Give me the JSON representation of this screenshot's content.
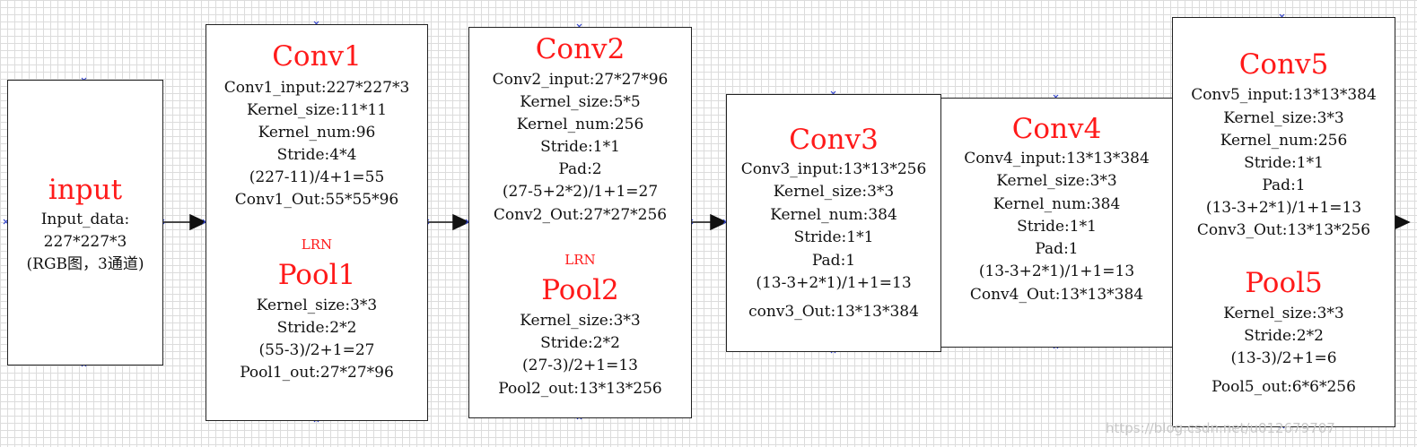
{
  "input": {
    "title": "input",
    "lines": [
      "Input_data:",
      "227*227*3",
      "(RGB图，3通道)"
    ]
  },
  "conv1": {
    "title": "Conv1",
    "lines": [
      "Conv1_input:227*227*3",
      "Kernel_size:11*11",
      "Kernel_num:96",
      "Stride:4*4",
      "(227-11)/4+1=55",
      "Conv1_Out:55*55*96"
    ],
    "lrn": "LRN",
    "pool_title": "Pool1",
    "pool_lines": [
      "Kernel_size:3*3",
      "Stride:2*2",
      "(55-3)/2+1=27",
      "Pool1_out:27*27*96"
    ]
  },
  "conv2": {
    "title": "Conv2",
    "lines": [
      "Conv2_input:27*27*96",
      "Kernel_size:5*5",
      "Kernel_num:256",
      "Stride:1*1",
      "Pad:2",
      "(27-5+2*2)/1+1=27",
      "Conv2_Out:27*27*256"
    ],
    "lrn": "LRN",
    "pool_title": "Pool2",
    "pool_lines": [
      "Kernel_size:3*3",
      "Stride:2*2",
      "(27-3)/2+1=13",
      "Pool2_out:13*13*256"
    ]
  },
  "conv3": {
    "title": "Conv3",
    "lines": [
      "Conv3_input:13*13*256",
      "Kernel_size:3*3",
      "Kernel_num:384",
      "Stride:1*1",
      "Pad:1",
      "(13-3+2*1)/1+1=13",
      "conv3_Out:13*13*384"
    ]
  },
  "conv4": {
    "title": "Conv4",
    "lines": [
      "Conv4_input:13*13*384",
      "Kernel_size:3*3",
      "Kernel_num:384",
      "Stride:1*1",
      "Pad:1",
      "(13-3+2*1)/1+1=13",
      "Conv4_Out:13*13*384"
    ]
  },
  "conv5": {
    "title": "Conv5",
    "lines": [
      "Conv5_input:13*13*384",
      "Kernel_size:3*3",
      "Kernel_num:256",
      "Stride:1*1",
      "Pad:1",
      "(13-3+2*1)/1+1=13",
      "Conv3_Out:13*13*256"
    ],
    "pool_title": "Pool5",
    "pool_lines": [
      "Kernel_size:3*3",
      "Stride:2*2",
      "(13-3)/2+1=6",
      "Pool5_out:6*6*256"
    ]
  },
  "watermark": "https://blog.csdn.net/u012679707",
  "colors": {
    "title": "#ff1a1a",
    "grid": "#dcdcdc",
    "connector_mark": "#3344cc",
    "text": "#111111"
  }
}
